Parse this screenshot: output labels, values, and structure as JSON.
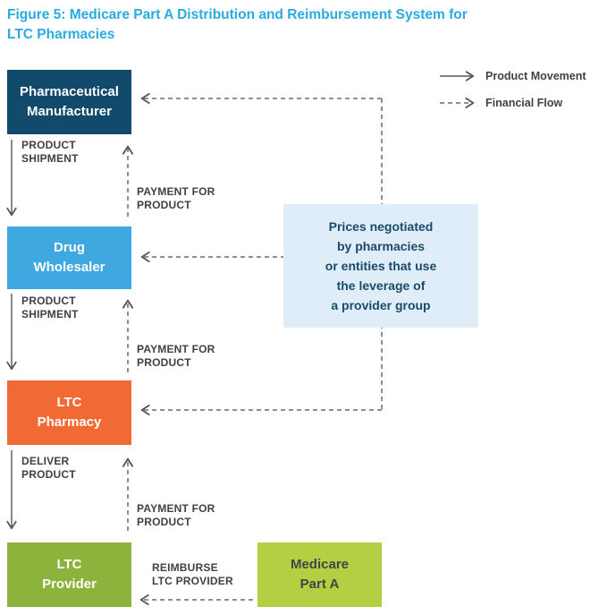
{
  "title": "Figure 5: Medicare Part A Distribution and Reimbursement System for\nLTC Pharmacies",
  "title_color": "#29ABE2",
  "legend": {
    "product_movement": "Product Movement",
    "financial_flow": "Financial Flow"
  },
  "nodes": {
    "manufacturer": {
      "label": "Pharmaceutical\nManufacturer",
      "color": "#124A6C"
    },
    "wholesaler": {
      "label": "Drug\nWholesaler",
      "color": "#3FA8E0"
    },
    "ltc_pharmacy": {
      "label": "LTC\nPharmacy",
      "color": "#F16A33"
    },
    "ltc_provider": {
      "label": "LTC\nProvider",
      "color": "#8CB43C"
    },
    "medicare": {
      "label": "Medicare\nPart A",
      "color": "#B3D042"
    }
  },
  "annotation": {
    "text": "Prices negotiated\nby pharmacies\nor entities that use\nthe leverage of\na provider group",
    "bg": "#DEEDF7"
  },
  "flow_labels": {
    "product_shipment_1": "PRODUCT\nSHIPMENT",
    "payment_for_product_1": "PAYMENT FOR\nPRODUCT",
    "product_shipment_2": "PRODUCT\nSHIPMENT",
    "payment_for_product_2": "PAYMENT FOR\nPRODUCT",
    "deliver_product": "DELIVER\nPRODUCT",
    "payment_for_product_3": "PAYMENT FOR\nPRODUCT",
    "reimburse_ltc_provider": "REIMBURSE\nLTC PROVIDER"
  },
  "arrow_colors": {
    "product_movement": "#55565A",
    "financial_flow": "#6A6B6E"
  }
}
